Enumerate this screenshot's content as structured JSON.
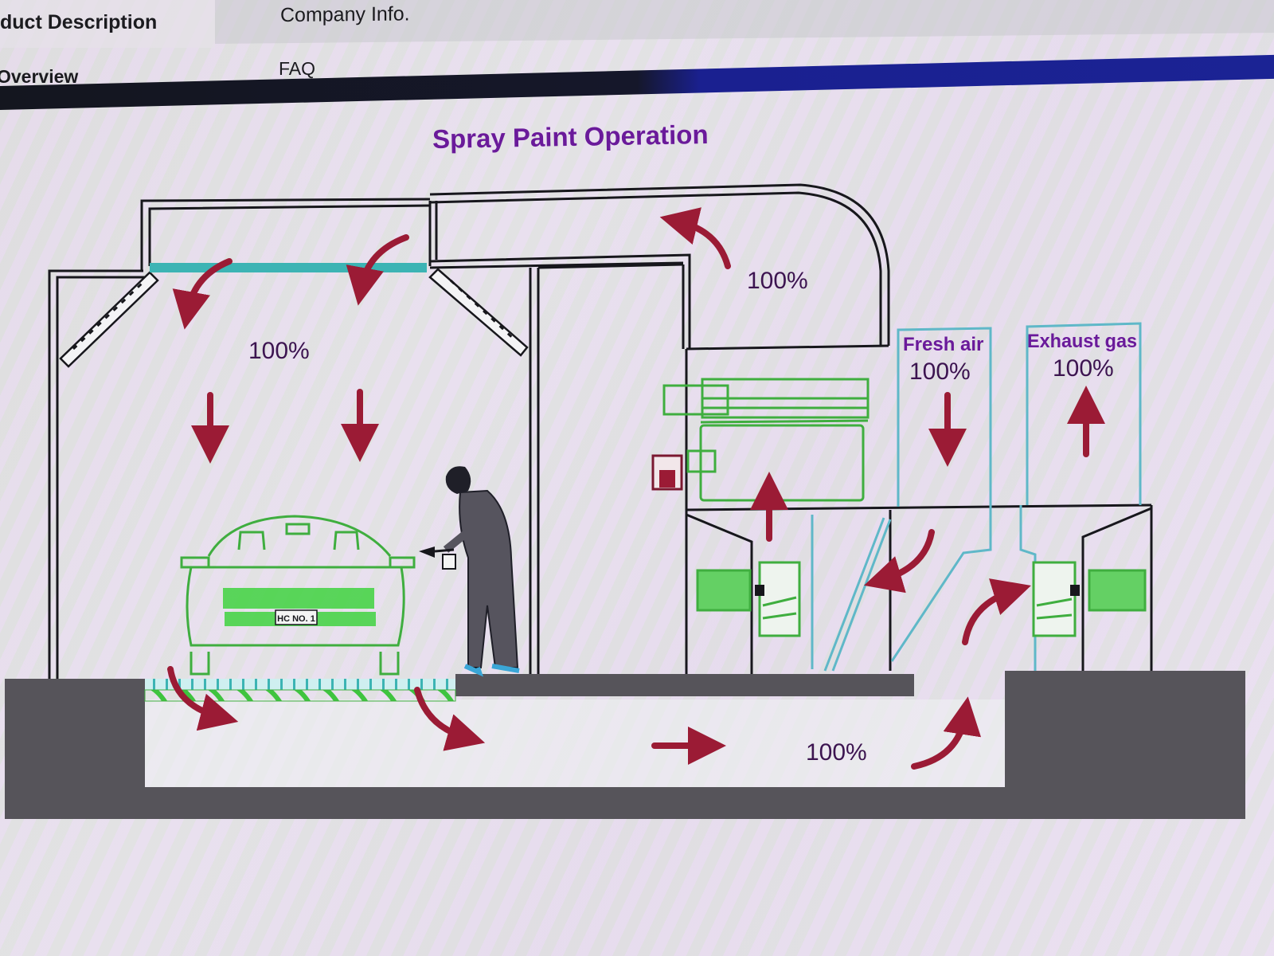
{
  "tabs": {
    "product_description": "duct Description",
    "company_info": "Company Info.",
    "overview": "Overview",
    "faq": "FAQ",
    "active": "overview"
  },
  "diagram": {
    "title": "Spray Paint Operation",
    "labels": {
      "booth_airflow": "100%",
      "recirculation": "100%",
      "fresh_air_title": "Fresh air",
      "fresh_air_pct": "100%",
      "exhaust_title": "Exhaust gas",
      "exhaust_pct": "100%",
      "pit_airflow": "100%",
      "license_plate": "HC NO. 1"
    },
    "icons": [
      "car-icon",
      "painter-icon",
      "spray-gun-icon",
      "fan-motor-icon",
      "burner-icon",
      "filter-icon",
      "airflow-arrow-icon"
    ],
    "colors": {
      "title": "#6a1a9a",
      "percent_text": "#3c1450",
      "arrow": "#9b1b35",
      "equipment": "#3fae3f",
      "filter": "#3cb4b4",
      "floor": "#56545a",
      "frame": "#17171c",
      "nav_bar": "#1b2394"
    }
  }
}
